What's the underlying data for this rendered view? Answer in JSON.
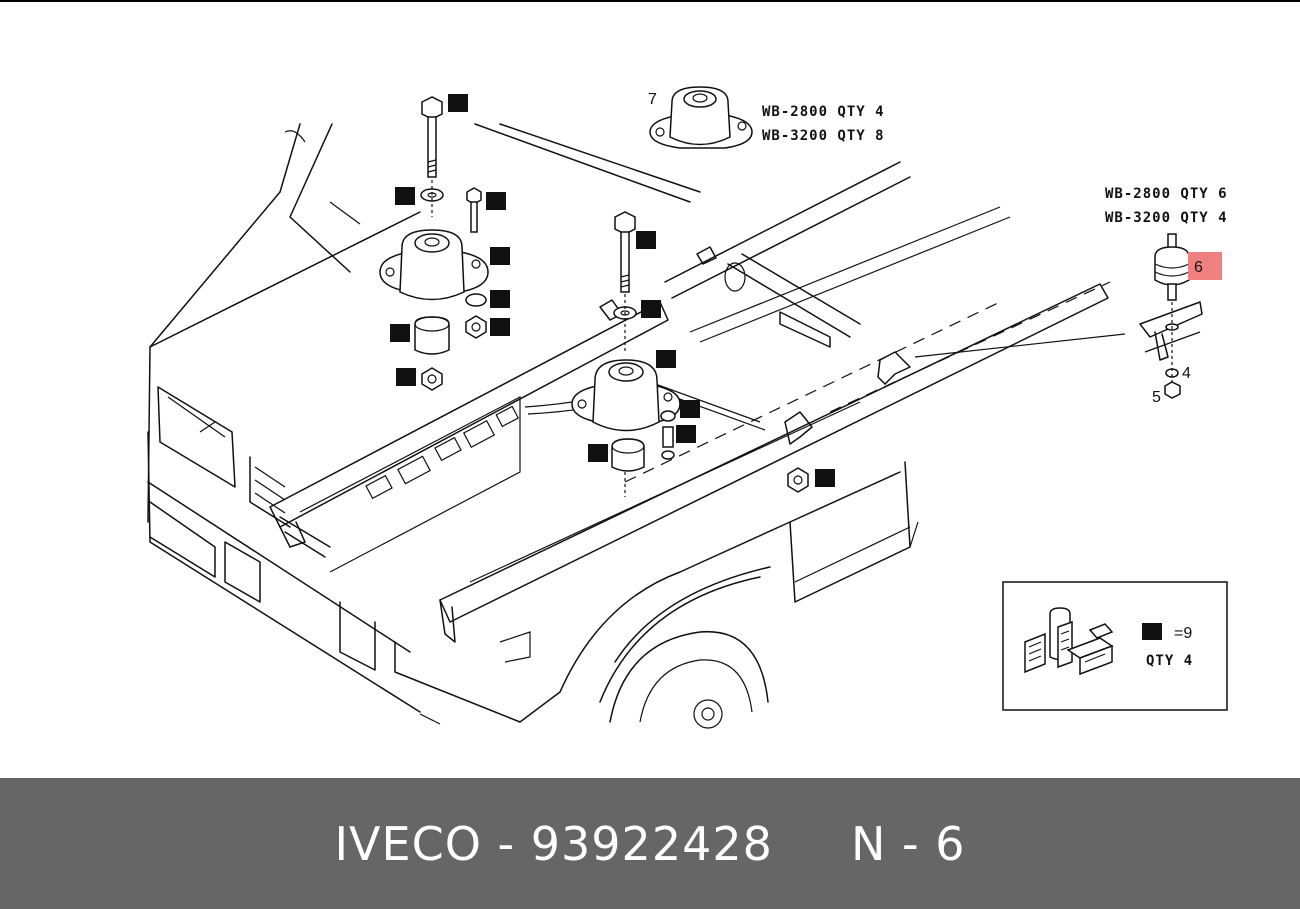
{
  "diagram": {
    "callouts": {
      "part7": "7",
      "part6": "6",
      "part4": "4",
      "part5": "5"
    },
    "notes": {
      "wb2800_qty4": "WB-2800 QTY 4",
      "wb3200_qty8": "WB-3200 QTY 8",
      "wb2800_qty6": "WB-2800 QTY 6",
      "wb3200_qty4": "WB-3200 QTY 4"
    },
    "highlight_color": "#f08080",
    "inset": {
      "equals": "=9",
      "qty": "QTY 4"
    }
  },
  "footer": {
    "text": "IVECO - 93922428     N - 6",
    "background": "#666666",
    "color": "#ffffff"
  }
}
